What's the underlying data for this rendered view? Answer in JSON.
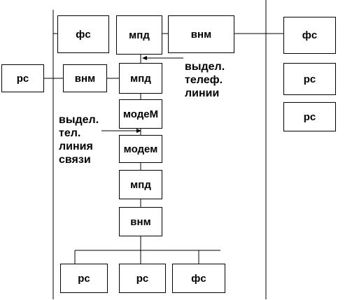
{
  "nodes": {
    "fs_top_left": "фс",
    "mpd_top": "мпд",
    "vnm_top": "внм",
    "fs_right": "фс",
    "rs_right_1": "рс",
    "rs_right_2": "рс",
    "rs_left": "рс",
    "vnm_left": "внм",
    "mpd_mid": "мпд",
    "modem_1": "модеМ",
    "modem_2": "модем",
    "mpd_low": "мпд",
    "vnm_low": "внм",
    "rs_bottom_1": "рс",
    "rs_bottom_2": "рс",
    "fs_bottom": "фс"
  },
  "labels": {
    "phone_line": [
      "выдел.",
      "телеф.",
      "линии"
    ],
    "comm_line": [
      "выдел.",
      "тел.",
      "линия",
      "связи"
    ]
  }
}
